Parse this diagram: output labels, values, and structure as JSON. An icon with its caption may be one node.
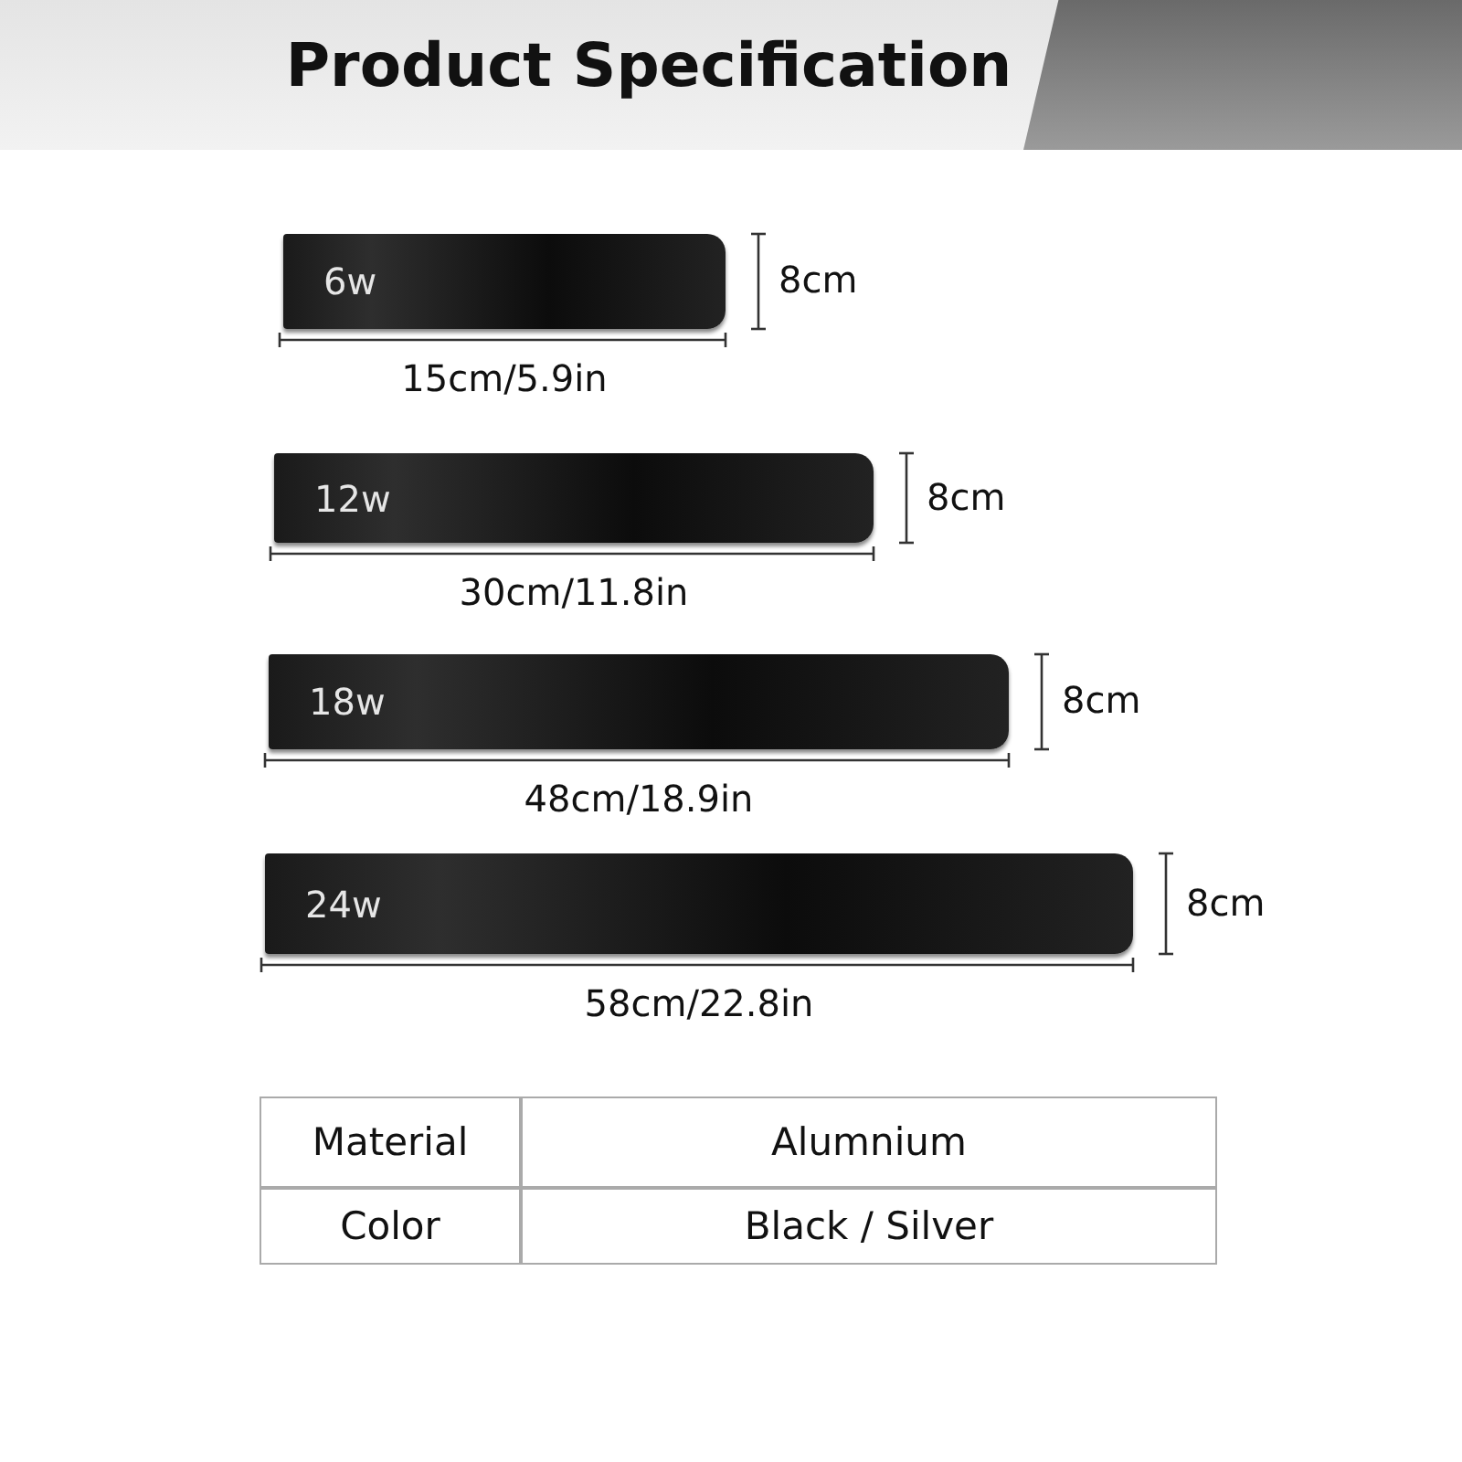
{
  "diagram": {
    "title": "Product Specification",
    "nodes": [
      {
        "text": [
          "6w"
        ]
      },
      {
        "text": [
          "12w"
        ]
      },
      {
        "text": [
          "18w"
        ]
      },
      {
        "text": [
          "24w"
        ]
      }
    ],
    "labels": [
      "8cm",
      "15cm/5.9in",
      "8cm",
      "30cm/11.8in",
      "8cm",
      "48cm/18.9in",
      "8cm",
      "58cm/22.8in",
      "Material",
      "Alumnium",
      "Color",
      "Black / Silver"
    ]
  }
}
